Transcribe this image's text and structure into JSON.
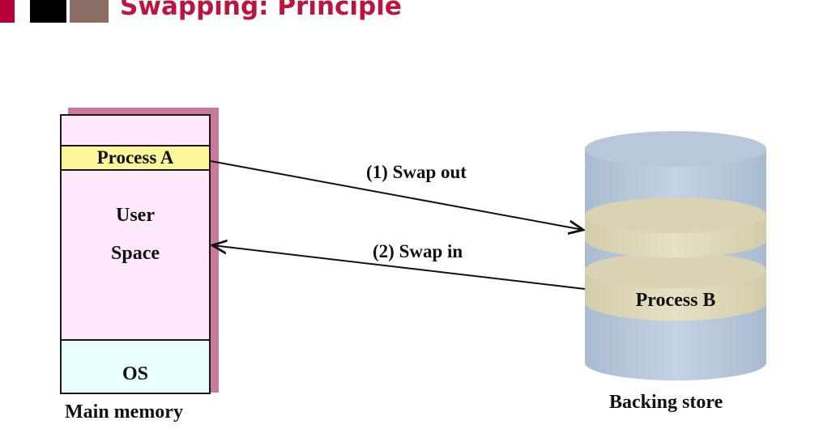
{
  "header": {
    "title": "Swapping:  Principle",
    "block_colors": [
      "#b5003a",
      "#000000",
      "#8b6e63"
    ]
  },
  "main_memory": {
    "process_label": "Process A",
    "user_space_line1": "User",
    "user_space_line2": "Space",
    "os_label": "OS",
    "caption": "Main memory"
  },
  "arrows": {
    "swap_out_label": "(1) Swap out",
    "swap_in_label": "(2) Swap in"
  },
  "backing_store": {
    "process_label": "Process B",
    "caption": "Backing store"
  },
  "colors": {
    "title": "#c0123c",
    "process_a_fill": "#fbf79a",
    "user_space_fill": "#fde9fb",
    "os_fill": "#eaffff",
    "cylinder_body": "#b3c4d8",
    "disk_fill": "#dcd6b0"
  }
}
